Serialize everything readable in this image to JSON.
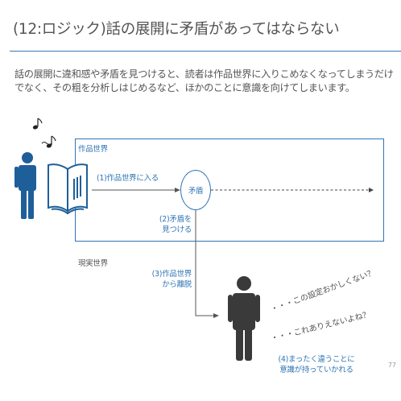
{
  "slide": {
    "title": "(12:ロジック)話の展開に矛盾があってはならない",
    "lead_line1": "話の展開に違和感や矛盾を見つけると、読者は作品世界に入りこめなくなってしまうだけ",
    "lead_line2": "でなく、その粗を分析しはじめるなど、ほかのことに意識を向けてしまいます。",
    "page_number": "77"
  },
  "diagram": {
    "world_label": "作品世界",
    "real_label": "現実世界",
    "node_label": "矛盾",
    "step1": "(1)作品世界に入る",
    "step2_line1": "(2)矛盾を",
    "step2_line2": "見つける",
    "step3_line1": "(3)作品世界",
    "step3_line2": "から離脱",
    "step4_line1": "(4)まったく違うことに",
    "step4_line2": "意識が持っていかれる",
    "thought1": "・・・この設定おかしくない？",
    "thought2": "・・・これありえないよね？",
    "colors": {
      "accent": "#2f75b5",
      "person_reader": "#1f5f99",
      "person_lost": "#3a3a3a"
    }
  }
}
